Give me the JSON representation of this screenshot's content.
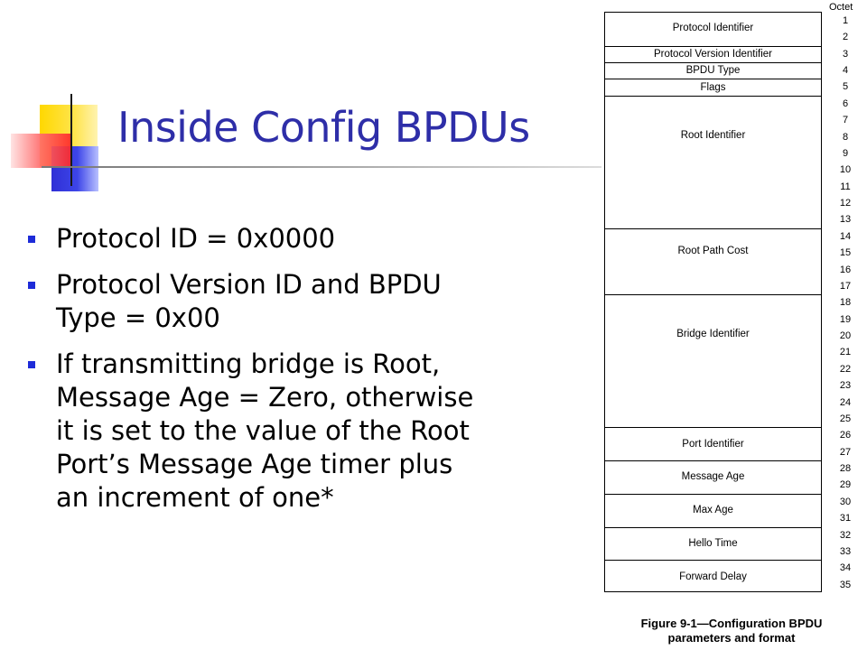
{
  "slide": {
    "title": "Inside Config BPDUs",
    "bullets": [
      "Protocol ID = 0x0000",
      "Protocol Version ID and BPDU\nType = 0x00",
      "If transmitting bridge is Root,\nMessage Age = Zero, otherwise\nit is set to the value of the Root\nPort’s Message Age timer plus\nan increment of one*"
    ],
    "colors": {
      "title": "#2e2ea8",
      "bullet": "#1d2bd8"
    }
  },
  "figure": {
    "octet_header": "Octet",
    "fields": [
      {
        "label": "Protocol Identifier",
        "start": 1,
        "end": 2
      },
      {
        "label": "Protocol Version Identifier",
        "start": 3,
        "end": 3
      },
      {
        "label": "BPDU Type",
        "start": 4,
        "end": 4
      },
      {
        "label": "Flags",
        "start": 5,
        "end": 5
      },
      {
        "label": "Root Identifier",
        "start": 6,
        "end": 13
      },
      {
        "label": "Root Path Cost",
        "start": 14,
        "end": 17
      },
      {
        "label": "Bridge Identifier",
        "start": 18,
        "end": 25
      },
      {
        "label": "Port Identifier",
        "start": 26,
        "end": 27
      },
      {
        "label": "Message Age",
        "start": 28,
        "end": 29
      },
      {
        "label": "Max Age",
        "start": 30,
        "end": 31
      },
      {
        "label": "Hello Time",
        "start": 32,
        "end": 33
      },
      {
        "label": "Forward Delay",
        "start": 34,
        "end": 35
      }
    ],
    "octets": [
      1,
      2,
      3,
      4,
      5,
      6,
      7,
      8,
      9,
      10,
      11,
      12,
      13,
      14,
      15,
      16,
      17,
      18,
      19,
      20,
      21,
      22,
      23,
      24,
      25,
      26,
      27,
      28,
      29,
      30,
      31,
      32,
      33,
      34,
      35
    ],
    "caption": "Figure 9-1—Configuration BPDU\nparameters and format"
  }
}
